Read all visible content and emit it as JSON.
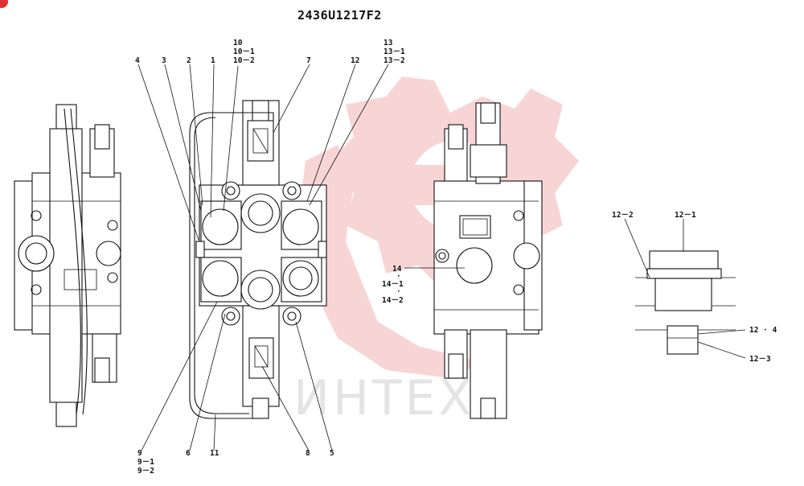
{
  "title": "2436U1217F2",
  "watermark": {
    "text": "ИНТЕХ",
    "color_text": "#e4e4e4",
    "color_logo": "#f3b3b3"
  },
  "labels": {
    "l4": "4",
    "l3": "3",
    "l2": "2",
    "l1": "1",
    "l10": "10",
    "l10_1": "10－1",
    "l10_2": "10－2",
    "l7": "7",
    "l12": "12",
    "l13": "13",
    "l13_1": "13－1",
    "l13_2": "13－2",
    "l14": "14",
    "l14_1": "14－1",
    "l14_2": "14－2",
    "l9": "9",
    "l9_1": "9－1",
    "l9_2": "9－2",
    "l6": "6",
    "l11": "11",
    "l8": "8",
    "l5": "5",
    "l12_1": "12－1",
    "l12_2": "12－2",
    "l12_3": "12－3",
    "l12_4": "12 · 4",
    "dot1": "·",
    "dot2": "·"
  }
}
